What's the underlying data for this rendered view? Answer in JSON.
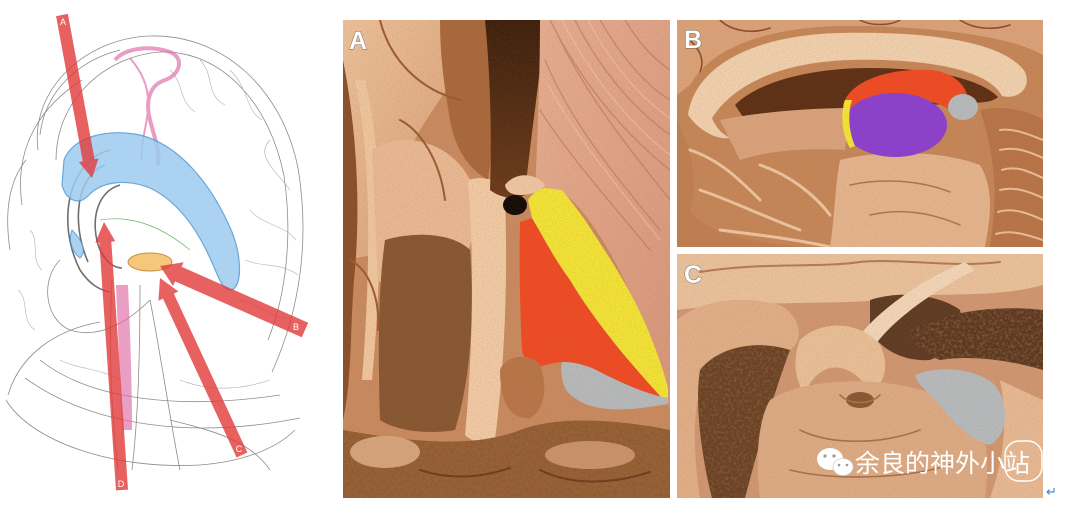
{
  "figure": {
    "schematic": {
      "arrows": [
        {
          "label": "A"
        },
        {
          "label": "B"
        },
        {
          "label": "C"
        },
        {
          "label": "D"
        }
      ]
    },
    "panels": [
      {
        "label": "A"
      },
      {
        "label": "B"
      },
      {
        "label": "C"
      }
    ]
  },
  "colors": {
    "arrow_red": "#e23a3a",
    "ventricle_blue": "#9dcbee",
    "ventricle_edge": "#4f97d6",
    "fornix_pink": "#e06aa5",
    "thalamus_orange": "#f5c77a",
    "overlay_yellow": "#f3e436",
    "overlay_red": "#ef4a24",
    "overlay_grey": "#b6babd",
    "overlay_purple": "#8b3fd0"
  },
  "watermark": {
    "icon": "wechat-icon",
    "text": "余良的神外小站"
  },
  "edit_mark": {
    "icon": "return-arrow-icon",
    "glyph": "↵"
  }
}
